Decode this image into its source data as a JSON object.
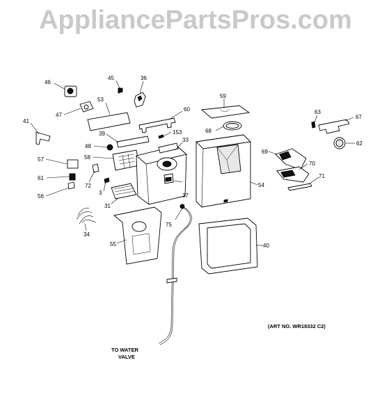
{
  "watermark": "AppliancePartsPros.com",
  "art_number": "(ART NO. WR18332 C2)",
  "water_note": {
    "line1": "TO WATER",
    "line2": "VALVE"
  },
  "callouts": {
    "n46": "46",
    "n45": "45",
    "n36": "36",
    "n53": "53",
    "n47": "47",
    "n60": "60",
    "n59": "59",
    "n41": "41",
    "n39": "39",
    "n153": "153",
    "n68": "68",
    "n63": "63",
    "n67": "67",
    "n62": "62",
    "n48": "48",
    "n33": "33",
    "n57": "57",
    "n58": "58",
    "n69": "69",
    "n70": "70",
    "n61": "61",
    "n72": "72",
    "n3": "3",
    "n54": "54",
    "n71": "71",
    "n56": "56",
    "n37": "37",
    "n31": "31",
    "n34": "34",
    "n75": "75",
    "n55": "55",
    "n40": "40"
  }
}
